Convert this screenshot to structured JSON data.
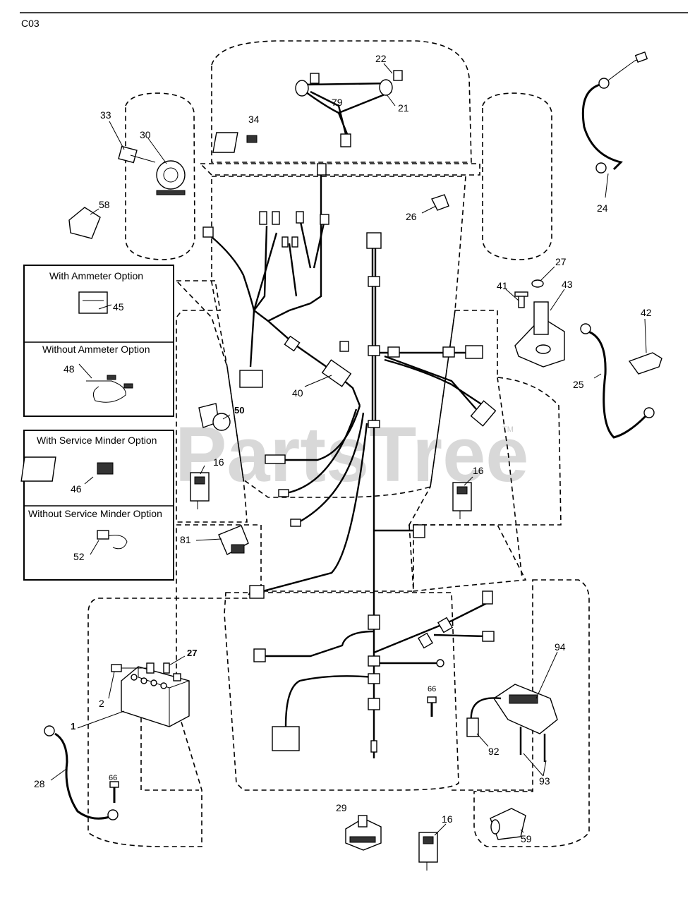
{
  "header": {
    "code": "C03"
  },
  "watermark": {
    "text": "PartsTree",
    "tm": "TM"
  },
  "options": {
    "ammeter_with": "With Ammeter Option",
    "ammeter_without": "Without Ammeter Option",
    "minder_with": "With Service Minder Option",
    "minder_without": "Without Service Minder Option"
  },
  "callouts": {
    "p1": "1",
    "p2": "2",
    "p16a": "16",
    "p16b": "16",
    "p16c": "16",
    "p21": "21",
    "p22": "22",
    "p24": "24",
    "p25": "25",
    "p26": "26",
    "p27a": "27",
    "p27b": "27",
    "p28": "28",
    "p29": "29",
    "p30": "30",
    "p33": "33",
    "p34": "34",
    "p40": "40",
    "p41": "41",
    "p42": "42",
    "p43": "43",
    "p45": "45",
    "p46": "46",
    "p48": "48",
    "p50": "50",
    "p52": "52",
    "p58": "58",
    "p59": "59",
    "p66a": "66",
    "p66b": "66",
    "p79": "79",
    "p81": "81",
    "p92": "92",
    "p93": "93",
    "p94": "94"
  }
}
